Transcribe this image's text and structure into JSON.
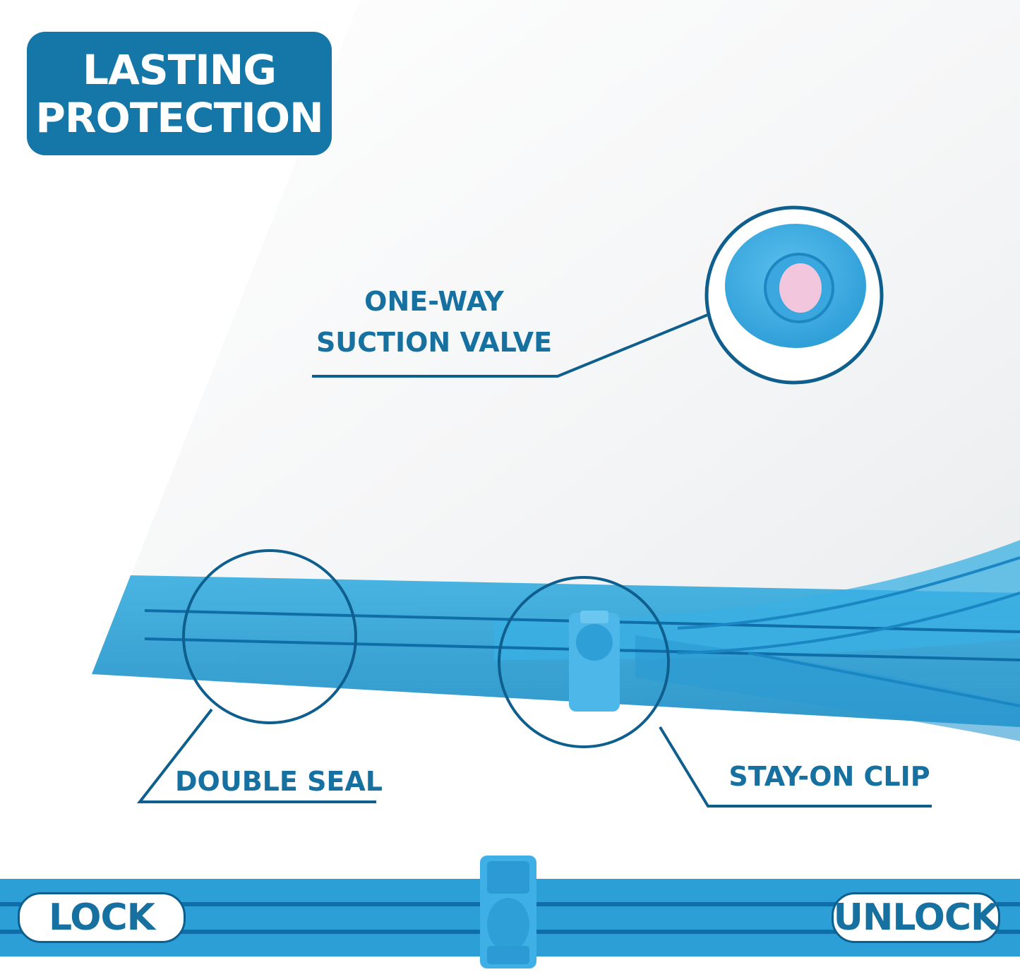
{
  "badge": {
    "line1": "LASTING",
    "line2": "PROTECTION"
  },
  "callouts": {
    "valve": {
      "line1": "ONE-WAY",
      "line2": "SUCTION VALVE"
    },
    "seal": "DOUBLE SEAL",
    "clip": "STAY-ON CLIP"
  },
  "slider": {
    "lock": "LOCK",
    "unlock": "UNLOCK"
  },
  "colors": {
    "accent": "#1477a8",
    "text_blue": "#1670a0",
    "seal_blue": "#2fa6da",
    "valve_pink": "#f2c6dc"
  }
}
